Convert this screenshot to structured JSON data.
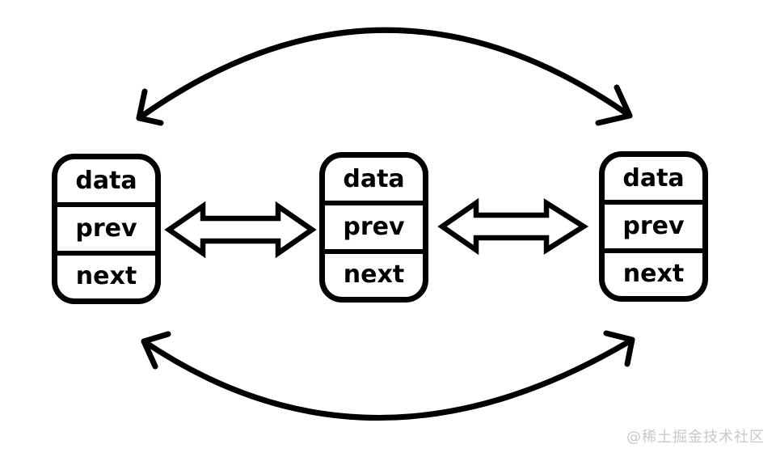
{
  "diagram": {
    "nodes": [
      {
        "fields": [
          "data",
          "prev",
          "next"
        ]
      },
      {
        "fields": [
          "data",
          "prev",
          "next"
        ]
      },
      {
        "fields": [
          "data",
          "prev",
          "next"
        ]
      }
    ]
  },
  "watermark": {
    "text": "@稀土掘金技术社区"
  },
  "colors": {
    "stroke": "#000000",
    "background": "#ffffff",
    "arrow_fill": "#ffffff",
    "watermark": "#c8c8c8"
  }
}
